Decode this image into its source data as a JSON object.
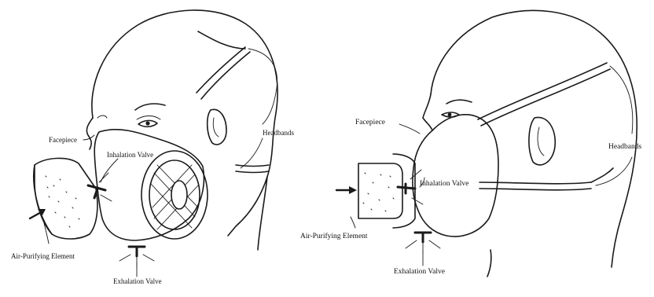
{
  "left": {
    "labels": {
      "facepiece": "Facepiece",
      "inhalation_valve": "Inhalation Valve",
      "headbands": "Headbands",
      "air_purifying_element": "Air-Purifying Element",
      "exhalation_valve": "Exhalation Valve"
    }
  },
  "right": {
    "labels": {
      "facepiece": "Facepiece",
      "inhalation_valve": "Inhalation Valve",
      "headbands": "Headbands",
      "air_purifying_element": "Air-Purifying Element",
      "exhalation_valve": "Exhalation Valve"
    }
  }
}
